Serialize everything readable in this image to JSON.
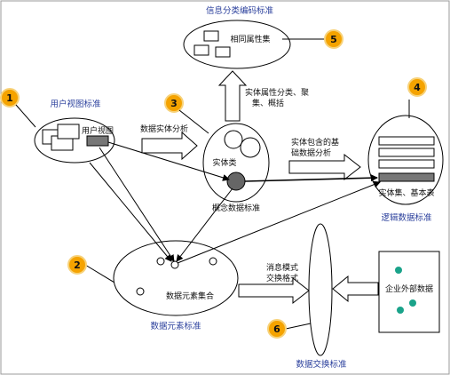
{
  "diagram": {
    "standards": {
      "info_code": "信息分类编码标准",
      "user_view": "用户视图标准",
      "logic_data": "逻辑数据标准",
      "data_element": "数据元素标准",
      "data_exchange": "数据交换标准"
    },
    "labels": {
      "same_attr_set": "相同属性集",
      "user_view": "用户视图",
      "entity_analysis": "数据实体分析",
      "entity_class": "实体类",
      "concept_std": "概念数据标准",
      "attr_classify_1": "实体属性分类、聚",
      "attr_classify_2": "集、概括",
      "base_data_1": "实体包含的基",
      "base_data_2": "础数据分析",
      "entity_set_table": "实体集、基本表",
      "data_element_set": "数据元素集合",
      "msg_format_1": "消息模式",
      "msg_format_2": "交换格式",
      "external_data": "企业外部数据"
    },
    "badges": [
      "1",
      "2",
      "3",
      "4",
      "5",
      "6"
    ],
    "colors": {
      "badge_fill": "#f5a300",
      "badge_ring": "#f7d27a",
      "standard_text": "#2a3f9c",
      "gray_block": "#777777",
      "teal_dot": "#1aa38a"
    }
  }
}
